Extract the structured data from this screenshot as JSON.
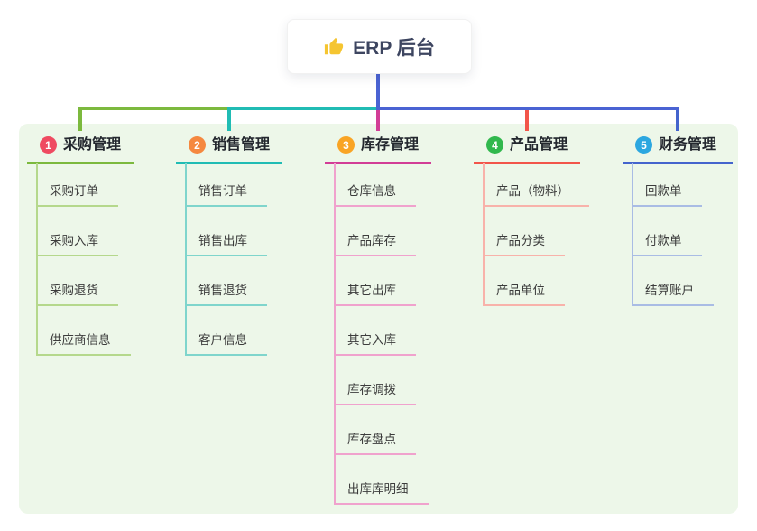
{
  "root": {
    "title": "ERP 后台",
    "icon": "thumbs-up-icon"
  },
  "canvas": {
    "page_background": "#ffffff",
    "panel_background": "#edf7e9",
    "root_connector_color": "#4a63d3",
    "root_text_color": "#3d4560"
  },
  "branches": [
    {
      "badge": "1",
      "title": "采购管理",
      "badge_color": "#ef4b61",
      "line_color": "#7cb93e",
      "child_line_color": "#b5d88c",
      "children": [
        "采购订单",
        "采购入库",
        "采购退货",
        "供应商信息"
      ]
    },
    {
      "badge": "2",
      "title": "销售管理",
      "badge_color": "#f5883f",
      "line_color": "#20bcb4",
      "child_line_color": "#7fd5cc",
      "children": [
        "销售订单",
        "销售出库",
        "销售退货",
        "客户信息"
      ]
    },
    {
      "badge": "3",
      "title": "库存管理",
      "badge_color": "#f9a424",
      "line_color": "#d23d96",
      "child_line_color": "#f0a2cd",
      "children": [
        "仓库信息",
        "产品库存",
        "其它出库",
        "其它入库",
        "库存调拨",
        "库存盘点",
        "出库库明细"
      ]
    },
    {
      "badge": "4",
      "title": "产品管理",
      "badge_color": "#31b84d",
      "line_color": "#f2554a",
      "child_line_color": "#f8b2aa",
      "children": [
        "产品（物料）",
        "产品分类",
        "产品单位"
      ]
    },
    {
      "badge": "5",
      "title": "财务管理",
      "badge_color": "#2ca7e0",
      "line_color": "#4464cd",
      "child_line_color": "#a9bce4",
      "children": [
        "回款单",
        "付款单",
        "结算账户"
      ]
    }
  ]
}
